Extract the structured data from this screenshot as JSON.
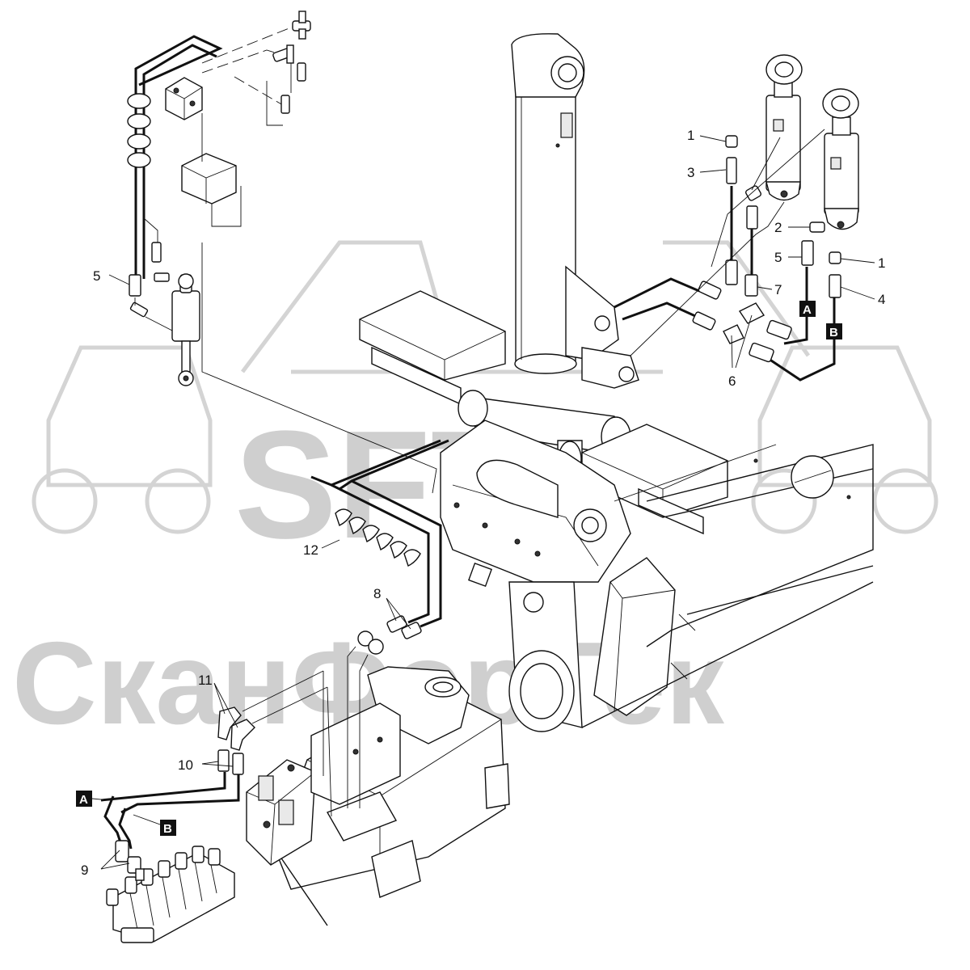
{
  "watermark": {
    "logo_text": "SFT",
    "company_text": "СканФорТек"
  },
  "callouts": [
    {
      "id": "c1a",
      "label": "1"
    },
    {
      "id": "c3",
      "label": "3"
    },
    {
      "id": "c2",
      "label": "2"
    },
    {
      "id": "c5a",
      "label": "5"
    },
    {
      "id": "c1b",
      "label": "1"
    },
    {
      "id": "c4",
      "label": "4"
    },
    {
      "id": "c7",
      "label": "7"
    },
    {
      "id": "c6",
      "label": "6"
    },
    {
      "id": "c5b",
      "label": "5"
    },
    {
      "id": "c12",
      "label": "12"
    },
    {
      "id": "c8",
      "label": "8"
    },
    {
      "id": "c11",
      "label": "11"
    },
    {
      "id": "c10",
      "label": "10"
    },
    {
      "id": "c9",
      "label": "9"
    }
  ],
  "connection_markers": [
    {
      "id": "mA_top",
      "label": "A"
    },
    {
      "id": "mB_top",
      "label": "B"
    },
    {
      "id": "mA_bot",
      "label": "A"
    },
    {
      "id": "mB_bot",
      "label": "B"
    }
  ],
  "colors": {
    "line": "#111111",
    "watermark": "#cfcfcf",
    "marker_fill": "#111111",
    "marker_text": "#ffffff"
  }
}
